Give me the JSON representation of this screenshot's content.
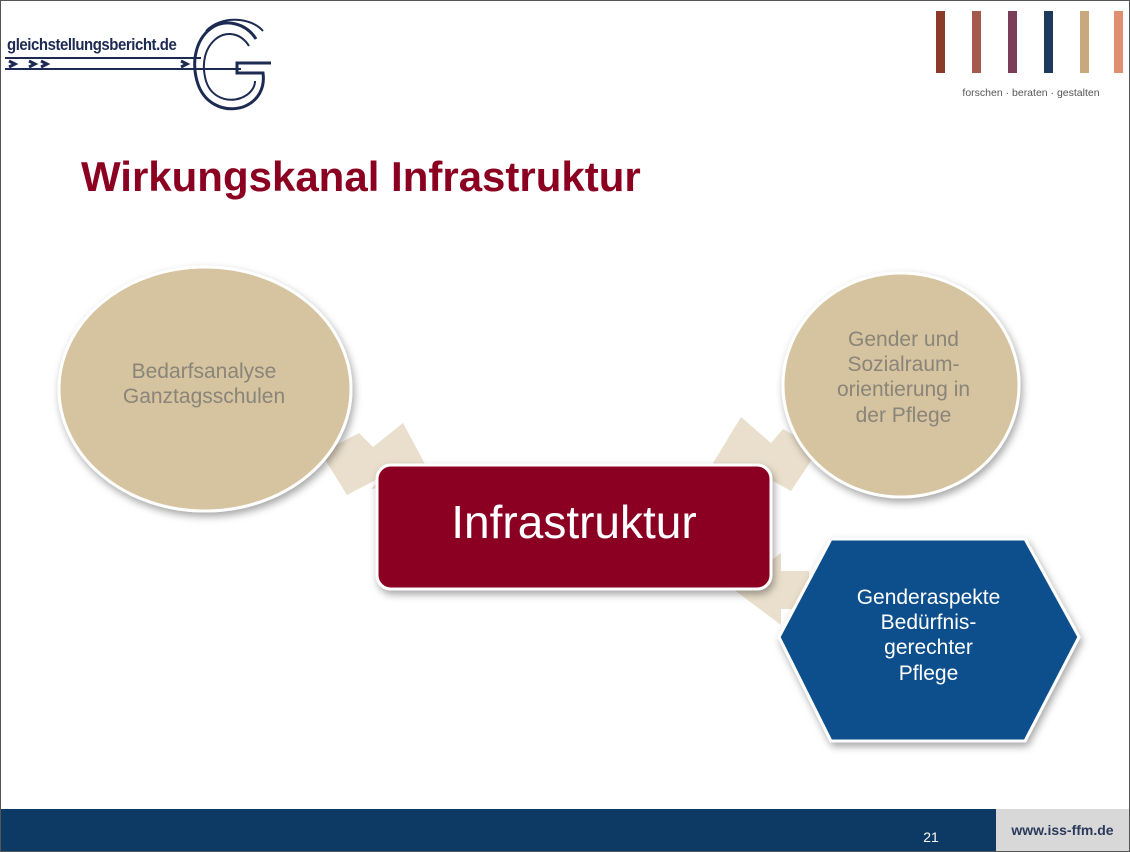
{
  "header": {
    "left_logo_text": "gleichstellungsbericht.de",
    "right_logo_tagline": "forschen · beraten · gestalten",
    "right_logo_bar_colors": [
      "#8b3a2a",
      "#a35a4a",
      "#7a3d5a",
      "#1d3a5c",
      "#c8a87c",
      "#e09070"
    ]
  },
  "slide": {
    "title": "Wirkungskanal Infrastruktur"
  },
  "diagram": {
    "center": {
      "label": "Infrastruktur",
      "color": "#8b0020"
    },
    "nodes": [
      {
        "id": "bedarf",
        "lines": [
          "Bedarfsanalyse",
          "Ganztagsschulen"
        ],
        "shape": "circle",
        "color": "#d6c3a0"
      },
      {
        "id": "gender",
        "lines": [
          "Gender und",
          "Sozialraum-",
          "orientierung in",
          "der Pflege"
        ],
        "shape": "circle",
        "color": "#d6c3a0"
      },
      {
        "id": "hex",
        "lines": [
          "Genderaspekte",
          "Bedürfnis-",
          "gerechter",
          "Pflege"
        ],
        "shape": "hexagon",
        "color": "#0e4f8c"
      }
    ],
    "arrow_color": "#eadfcc"
  },
  "footer": {
    "page_number": "21",
    "url": "www.iss-ffm.de"
  }
}
